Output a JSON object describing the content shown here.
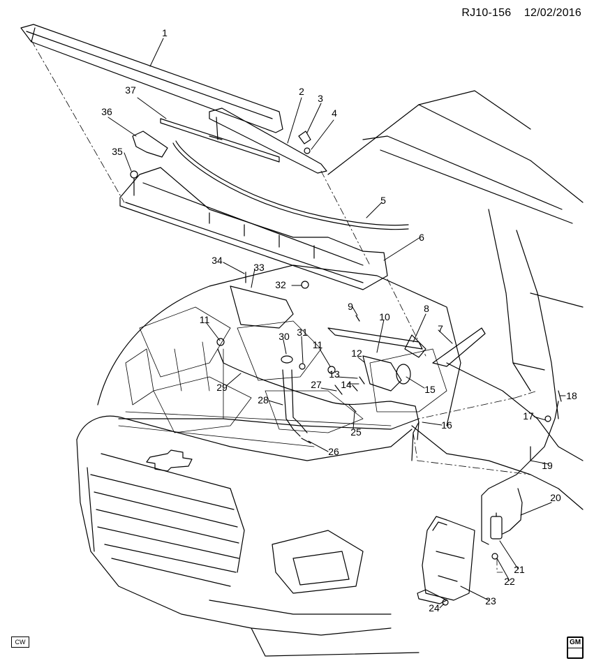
{
  "header": {
    "code": "RJ10-156",
    "date": "12/02/2016"
  },
  "footer": {
    "cw_label": "CW",
    "logo_text": "GM",
    "logo_icon": "gm-logo-icon"
  },
  "callouts": [
    "1",
    "2",
    "3",
    "4",
    "5",
    "6",
    "7",
    "8",
    "9",
    "10",
    "11",
    "11",
    "12",
    "13",
    "14",
    "15",
    "16",
    "17",
    "18",
    "19",
    "20",
    "21",
    "22",
    "23",
    "24",
    "25",
    "26",
    "27",
    "28",
    "29",
    "30",
    "31",
    "32",
    "33",
    "34",
    "35",
    "36",
    "37"
  ]
}
